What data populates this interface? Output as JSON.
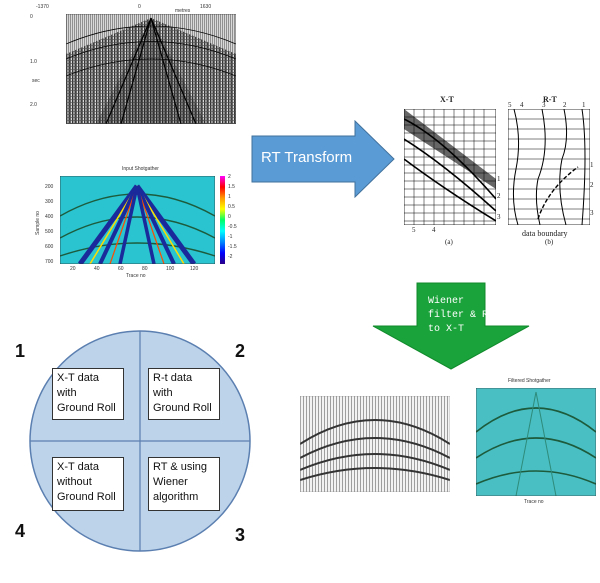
{
  "shotgather_top": {
    "x_ticks": [
      "-1370",
      "0",
      "1630"
    ],
    "x_label": "metres",
    "y_ticks": [
      "0",
      "1.0",
      "2.0"
    ],
    "y_label": "sec"
  },
  "input_shotgather": {
    "title": "Input Shotgather",
    "x_label": "Trace no",
    "y_label": "Sample no",
    "x_ticks": [
      "20",
      "40",
      "60",
      "80",
      "100",
      "120"
    ],
    "y_ticks": [
      "200",
      "300",
      "400",
      "500",
      "600",
      "700"
    ],
    "colorbar_ticks": [
      "2",
      "1.5",
      "1",
      "0.5",
      "0",
      "-0.5",
      "-1",
      "-1.5",
      "-2"
    ]
  },
  "rt_arrow": {
    "label": "RT Transform",
    "color": "#5b9bd5"
  },
  "xt_rt_figure": {
    "xt_title": "X-T",
    "rt_title": "R-T",
    "xt_caption": "(a)",
    "rt_caption": "(b)",
    "rt_sublabel": "data boundary",
    "xt_bottom_numbers": [
      "5",
      "4"
    ],
    "xt_side_numbers": [
      "1",
      "2",
      "3"
    ],
    "rt_top_numbers": [
      "5",
      "4",
      "3",
      "2",
      "1"
    ],
    "rt_side_numbers": [
      "1",
      "2",
      "3"
    ]
  },
  "wiener_arrow": {
    "label_lines": [
      "Wiener",
      "filter & RT",
      "to X-T"
    ],
    "color": "#1aa33a"
  },
  "quadrants": {
    "circle_color": "#bcd3ea",
    "numbers": [
      "1",
      "2",
      "3",
      "4"
    ],
    "boxes": [
      {
        "lines": [
          "X-T data",
          "with",
          "Ground Roll"
        ]
      },
      {
        "lines": [
          "R-t data",
          "with",
          "Ground Roll"
        ]
      },
      {
        "lines": [
          "X-T data",
          "without",
          "Ground Roll"
        ]
      },
      {
        "lines": [
          "RT & using",
          "Wiener",
          "algorithm"
        ]
      }
    ]
  },
  "filtered_shotgather": {
    "title": "Filtered Shotgather",
    "x_label": "Trace no"
  }
}
